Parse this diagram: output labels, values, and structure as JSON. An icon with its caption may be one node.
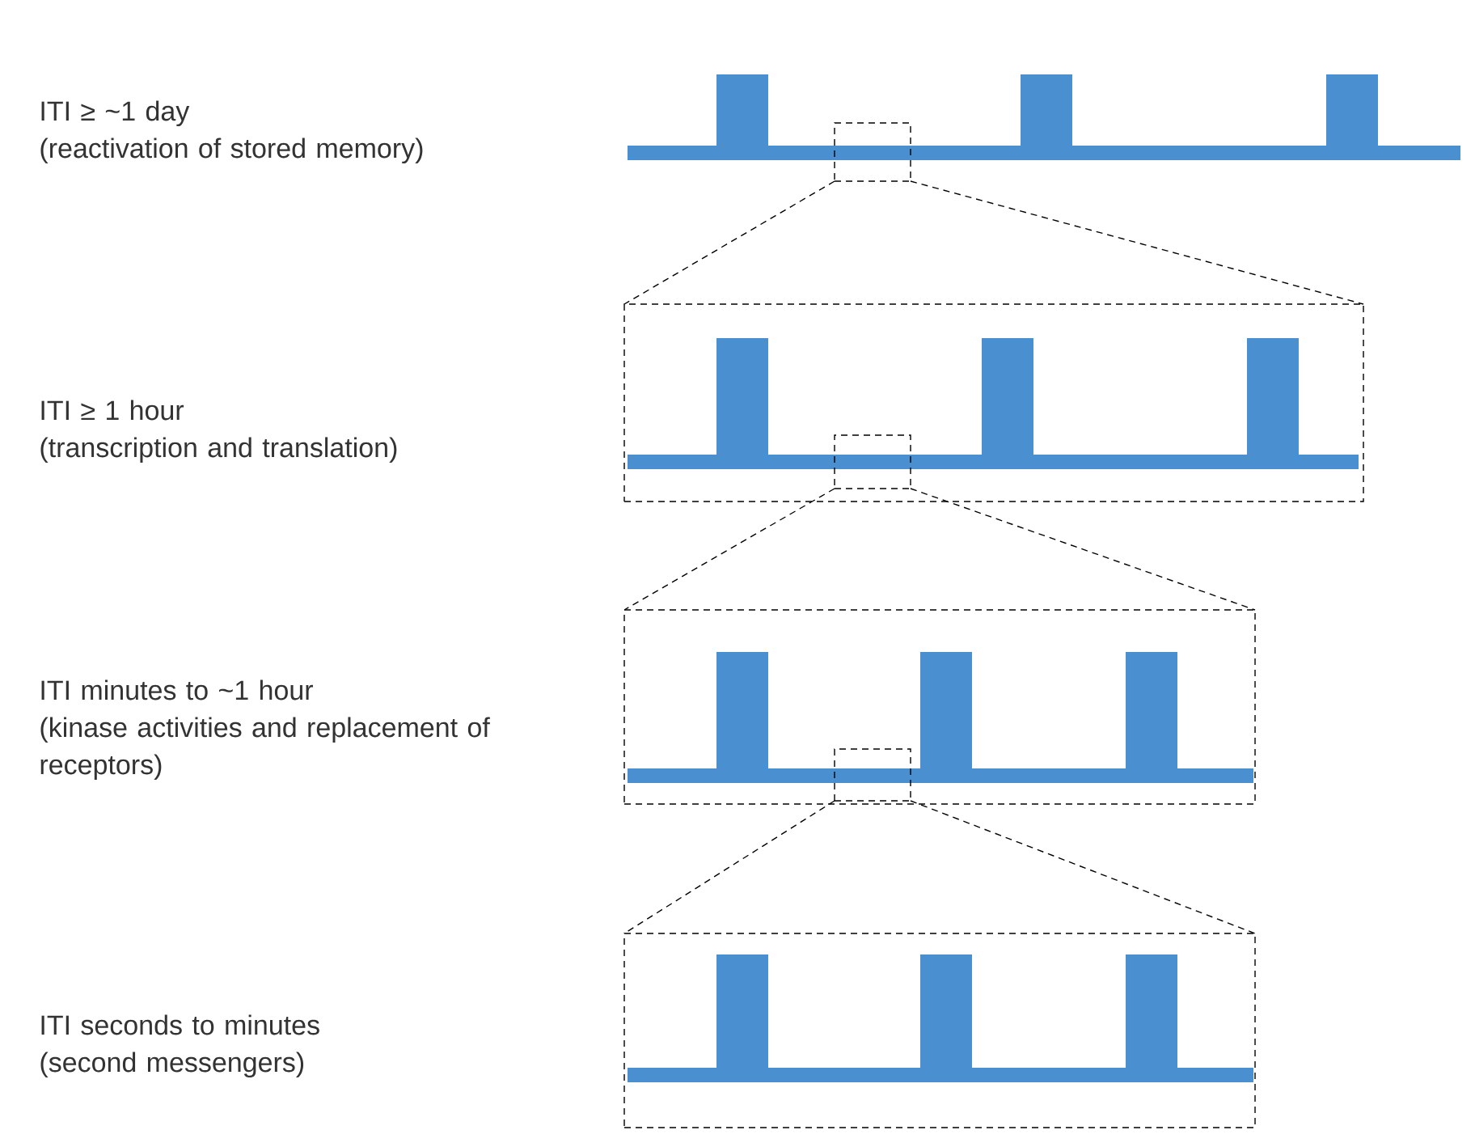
{
  "diagram": {
    "nodes": [
      {
        "text": [],
        "shape": "box"
      },
      {
        "text": [],
        "shape": "box"
      },
      {
        "text": [],
        "shape": "box",
        "in": 1
      },
      {
        "text": [],
        "shape": "box"
      },
      {
        "text": [],
        "shape": "box",
        "in": 3
      },
      {
        "text": [],
        "shape": "box"
      }
    ],
    "edges": [
      {
        "from": 0,
        "to": 1,
        "arrow": "none",
        "style": "dashed"
      },
      {
        "from": 0,
        "to": 1,
        "arrow": "none",
        "style": "dashed"
      },
      {
        "from": 2,
        "to": 3,
        "arrow": "none",
        "style": "dashed"
      },
      {
        "from": 2,
        "to": 3,
        "arrow": "none",
        "style": "dashed"
      },
      {
        "from": 4,
        "to": 5,
        "arrow": "none",
        "style": "dashed"
      },
      {
        "from": 4,
        "to": 5,
        "arrow": "none",
        "style": "dashed"
      }
    ],
    "labels": [
      "ITI ≥ ~1 day",
      "(reactivation of stored memory)",
      "ITI ≥ 1 hour",
      "(transcription and translation)",
      "ITI minutes to ~1 hour",
      "(kinase activities and replacement of receptors)",
      "ITI seconds to minutes",
      "(second messengers)"
    ]
  }
}
